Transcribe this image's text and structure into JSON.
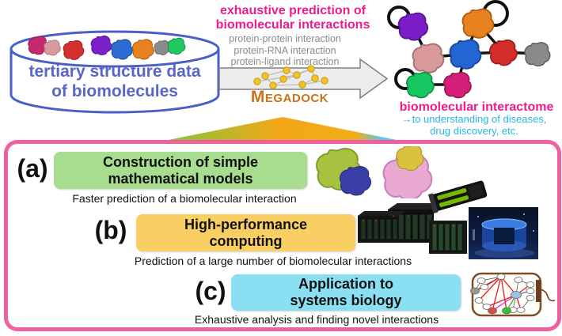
{
  "figure": {
    "database": {
      "line1": "tertiary structure data",
      "line2": "of biomolecules"
    },
    "prediction": {
      "line1": "exhaustive prediction of",
      "line2": "biomolecular interactions"
    },
    "interaction_types": [
      "protein-protein interaction",
      "protein-RNA interaction",
      "protein-ligand interaction"
    ],
    "engine": {
      "name": "MEGADOCK"
    },
    "interactome": {
      "title": "biomolecular interactome",
      "sub1": "→to understanding of diseases,",
      "sub2": "drug discovery, etc."
    }
  },
  "panels": [
    {
      "label": "(a)",
      "line1": "Construction of simple",
      "line2": "mathematical models",
      "caption": "Faster prediction of a biomolecular interaction",
      "box_color": "#A8DC8F"
    },
    {
      "label": "(b)",
      "line1": "High-performance",
      "line2": "computing",
      "caption": "Prediction of a large number of biomolecular interactions",
      "box_color": "#F9CE62"
    },
    {
      "label": "(c)",
      "line1": "Application to",
      "line2": "systems biology",
      "caption": "Exhaustive analysis and finding novel interactions",
      "box_color": "#8BDFF2"
    }
  ],
  "colors": {
    "frame_pink": "#F05FA0",
    "title_pink": "#EC1C8D",
    "subtitle_cyan": "#28B7E8",
    "database_blue": "#4A5EC8",
    "database_text_blue": "#5866C8",
    "megadock_orange": "#CE701A",
    "interaction_gray": "#8A8A8A",
    "funnel_green": "#7DC63E",
    "funnel_orange": "#F2A818",
    "funnel_cyan": "#3EC5F4",
    "panel_a_green": "#A8DC8F",
    "panel_b_yellow": "#F9CE62",
    "panel_c_cyan": "#8BDFF2",
    "gpu_green": "#76B900"
  }
}
